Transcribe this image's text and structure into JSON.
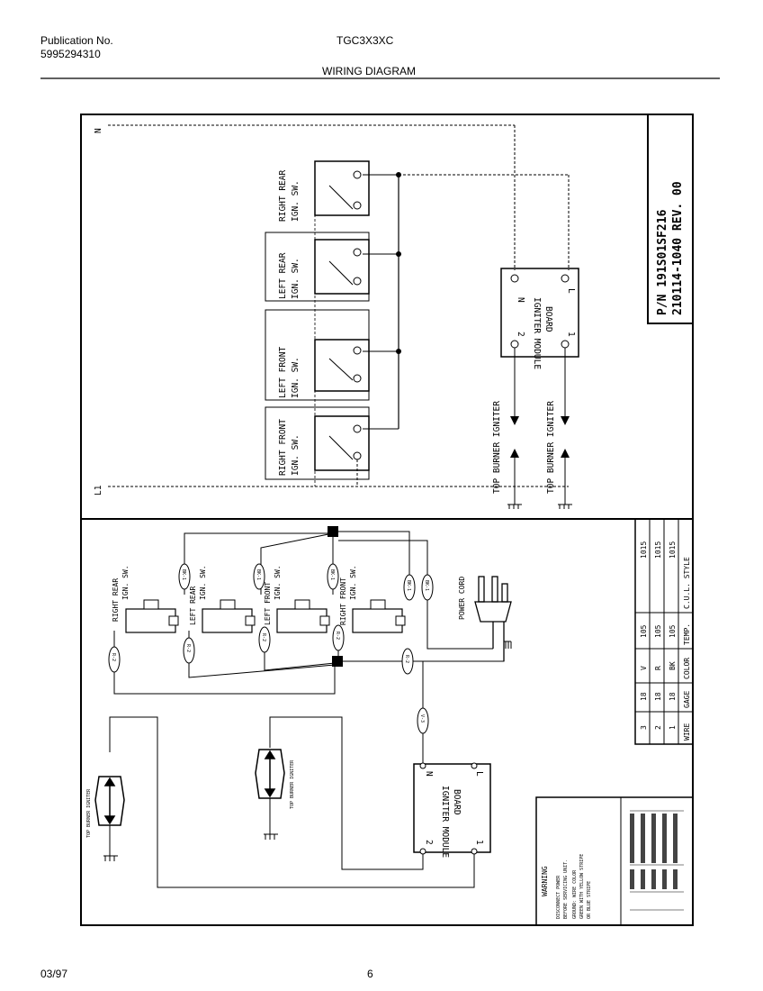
{
  "header": {
    "publication_label": "Publication No.",
    "publication_number": "5995294310",
    "model": "TGC3X3XC",
    "title": "WIRING DIAGRAM"
  },
  "footer": {
    "date": "03/97",
    "page": "6"
  },
  "diagram": {
    "part_number": "P/N 191S01SF216",
    "revision": "210114-1040 REV. 00",
    "switches": [
      {
        "line1": "RIGHT REAR",
        "line2": "IGN. SW."
      },
      {
        "line1": "LEFT REAR",
        "line2": "IGN. SW."
      },
      {
        "line1": "LEFT FRONT",
        "line2": "IGN. SW."
      },
      {
        "line1": "RIGHT FRONT",
        "line2": "IGN. SW."
      }
    ],
    "module": {
      "line1": "IGNITER MODULE",
      "line2": "BOARD"
    },
    "module_pins": {
      "n": "N",
      "l": "L",
      "p2": "2",
      "p1": "1"
    },
    "line_labels": {
      "l1": "L1",
      "n": "N"
    },
    "top_burner_igniter": "TOP BURNER IGNITER",
    "power_cord": "POWER CORD",
    "wire_labels": {
      "bk1": "BK-1",
      "r2": "R-2",
      "v3": "V-3"
    },
    "wire_table": {
      "headers": [
        "WIRE",
        "GAGE",
        "COLOR",
        "TEMP.",
        "C.U.L. STYLE"
      ],
      "rows": [
        [
          "1",
          "18",
          "BK",
          "105",
          "1015"
        ],
        [
          "2",
          "18",
          "R",
          "105",
          "1015"
        ],
        [
          "3",
          "18",
          "V",
          "105",
          "1015"
        ]
      ]
    },
    "warning": {
      "title": "WARNING",
      "lines": [
        "DISCONNECT POWER",
        "BEFORE SERVICING UNIT.",
        "GROUND: WIRE COLOR",
        "GREEN WITH YELLOW STRIPE",
        "OR BLUE STRIPE"
      ]
    }
  }
}
